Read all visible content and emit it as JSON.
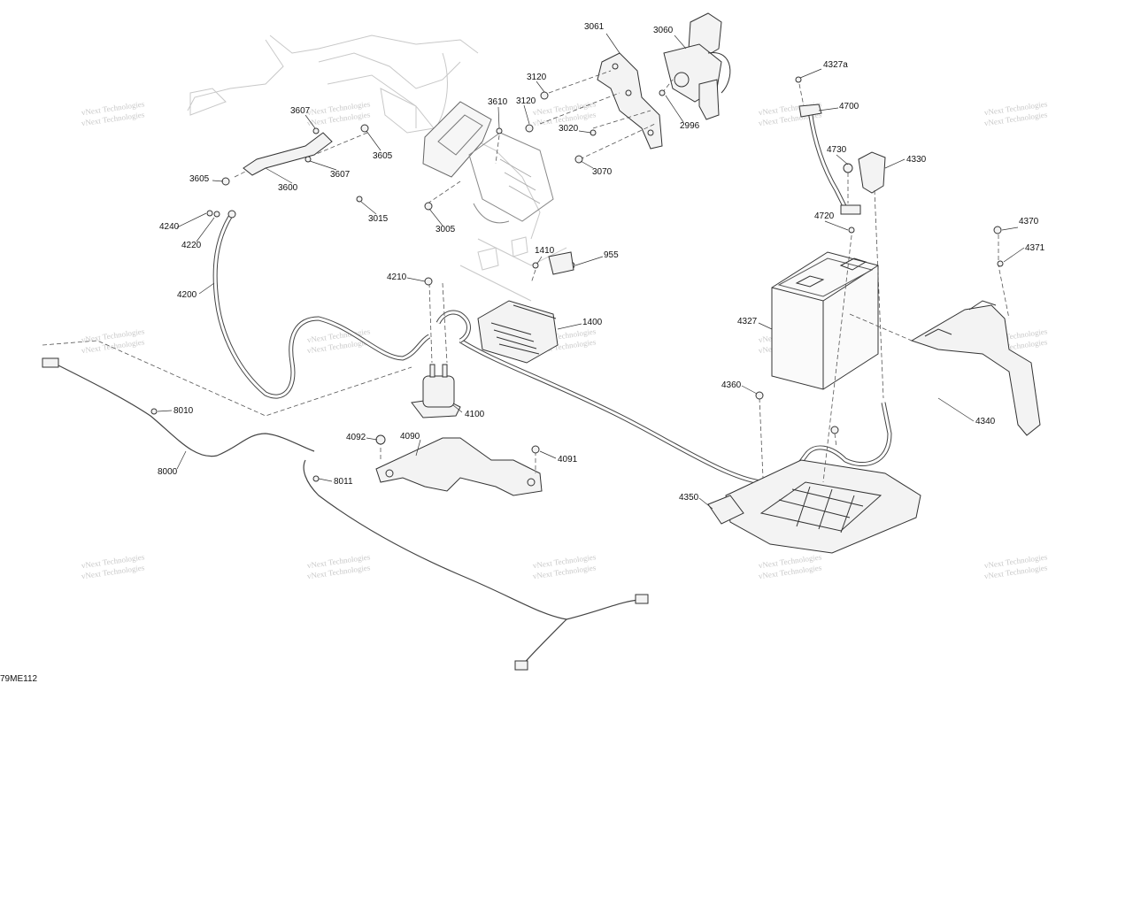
{
  "figure_id": "79ME112",
  "watermark": "vNext Technologies",
  "callouts": [
    "3061",
    "3060",
    "3120",
    "3120",
    "3610",
    "3020",
    "3070",
    "2996",
    "3607",
    "3605",
    "3605",
    "3607",
    "3600",
    "3015",
    "3005",
    "4327a",
    "4700",
    "4730",
    "4330",
    "4720",
    "4240",
    "4220",
    "4200",
    "1410",
    "955",
    "4210",
    "1400",
    "4327",
    "4370",
    "4371",
    "4360",
    "4100",
    "8010",
    "4092",
    "4090",
    "4091",
    "8000",
    "8011",
    "4350",
    "4340"
  ]
}
